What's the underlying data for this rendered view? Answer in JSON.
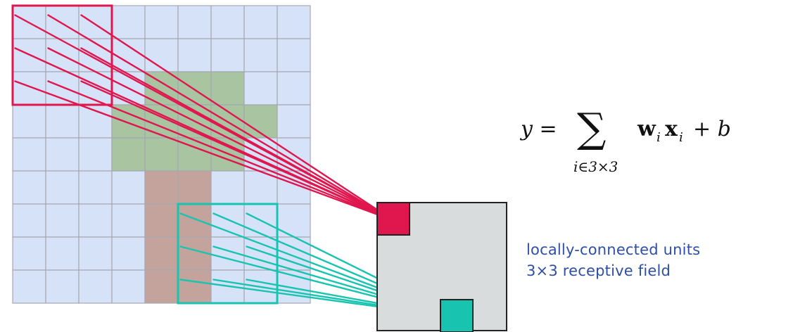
{
  "diagram": {
    "input_grid": {
      "rows": 9,
      "cols": 9,
      "cell_color": "#d6e2f8",
      "line_color": "#a6a8b0",
      "green_color": "#a8c4a0",
      "brown_color": "#c4a39c",
      "green_cells": [
        [
          2,
          4
        ],
        [
          2,
          5
        ],
        [
          2,
          6
        ],
        [
          3,
          3
        ],
        [
          3,
          4
        ],
        [
          3,
          5
        ],
        [
          3,
          6
        ],
        [
          3,
          7
        ],
        [
          4,
          3
        ],
        [
          4,
          4
        ],
        [
          4,
          5
        ],
        [
          4,
          6
        ]
      ],
      "brown_cells": [
        [
          5,
          4
        ],
        [
          5,
          5
        ],
        [
          6,
          4
        ],
        [
          6,
          5
        ],
        [
          7,
          4
        ],
        [
          7,
          5
        ],
        [
          8,
          4
        ],
        [
          8,
          5
        ]
      ]
    },
    "receptive_fields": [
      {
        "name": "top-left",
        "row": 0,
        "col": 0,
        "color": "#e0164f",
        "target": "top-left-unit"
      },
      {
        "name": "bottom",
        "row": 6,
        "col": 5,
        "color": "#18c4b0",
        "target": "bottom-unit"
      }
    ],
    "output_map": {
      "background": "#d8dcdc",
      "border": "#222222",
      "units": [
        {
          "name": "top-left-unit",
          "color": "#e0164f"
        },
        {
          "name": "bottom-unit",
          "color": "#18c4b0"
        }
      ]
    },
    "formula": {
      "lhs": "y =",
      "sum": "∑",
      "subscript": "i∈3×3",
      "rhs": "+ b"
    },
    "caption": {
      "line1": "locally-connected units",
      "line2": "3×3 receptive field"
    }
  }
}
